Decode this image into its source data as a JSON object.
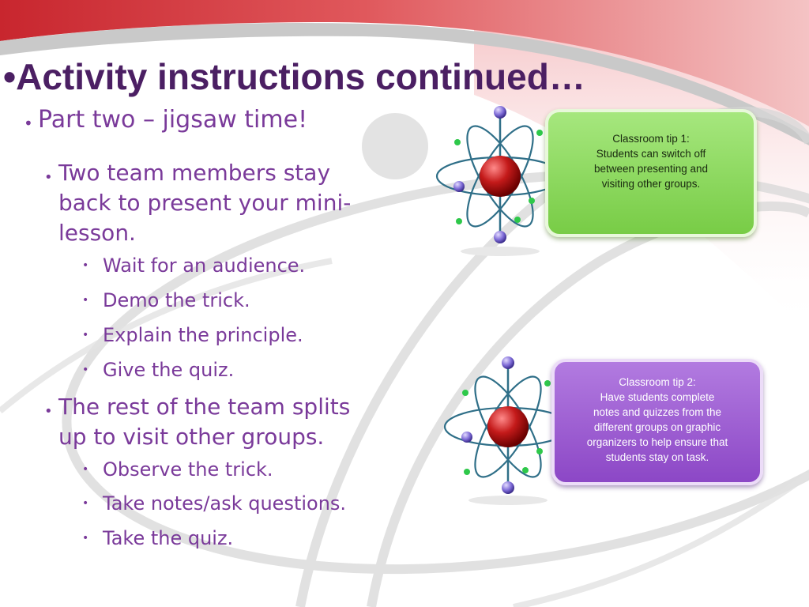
{
  "slide": {
    "title": "•Activity instructions continued…",
    "level1": {
      "bullet": "•",
      "text": "Part two – jigsaw time!"
    },
    "group1": {
      "bullet": "•",
      "text_lines": [
        "Two team members stay",
        "back to present your mini-",
        "lesson."
      ],
      "items": [
        "Wait for an audience.",
        "Demo the trick.",
        "Explain the principle.",
        "Give the quiz."
      ]
    },
    "group2": {
      "bullet": "•",
      "text_lines": [
        "The rest of the team splits",
        "up to visit other groups."
      ],
      "items": [
        "Observe the trick.",
        "Take notes/ask questions.",
        "Take the quiz."
      ]
    },
    "sub_bullet": "•"
  },
  "tips": {
    "tip1": {
      "lines": [
        "Classroom tip 1:",
        "Students can switch off",
        "between presenting and",
        "visiting other groups."
      ]
    },
    "tip2": {
      "lines": [
        "Classroom tip 2:",
        "Have students complete",
        "notes and quizzes from the",
        "different groups on graphic",
        "organizers to help ensure that",
        "students stay on task."
      ]
    }
  },
  "icons": {
    "atom1": "atom-icon",
    "atom2": "atom-icon"
  },
  "colors": {
    "title": "#4b1f63",
    "text": "#7a3a9a",
    "banner": "#d9484c",
    "tip1_fill": "#8ad85e",
    "tip2_fill": "#9b5ccf"
  }
}
